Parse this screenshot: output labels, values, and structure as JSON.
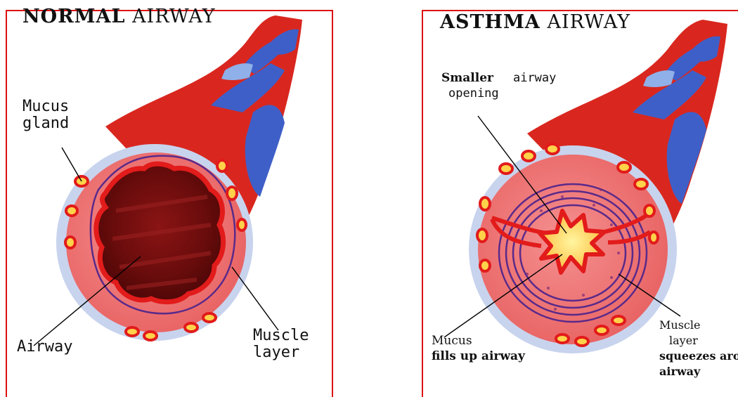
{
  "normal": {
    "title_bold": "NORMAL",
    "title_rest": "AIRWAY",
    "labels": {
      "mucus_gland_line1": "Mucus",
      "mucus_gland_line2": "gland",
      "airway": "Airway",
      "muscle_line1": "Muscle",
      "muscle_line2": "layer"
    }
  },
  "asthma": {
    "title_bold": "ASTHMA",
    "title_rest": "AIRWAY",
    "labels": {
      "smaller_bold": "Smaller",
      "smaller_rest": "airway",
      "opening": "opening",
      "mucus": "Mucus",
      "fills_up": "fills up airway",
      "muscle_line1": "Muscle",
      "muscle_line2": "layer",
      "squeezes": "squeezes around",
      "airway": "airway"
    }
  },
  "colors": {
    "frame": "#dd1111",
    "tissue": "#f07070",
    "tube_red": "#d9271f",
    "tube_blue": "#3f5fc8",
    "membrane": "#c8d4ee",
    "muscle_purple": "#5a2a8a",
    "mucus_yellow": "#ffd24a"
  }
}
